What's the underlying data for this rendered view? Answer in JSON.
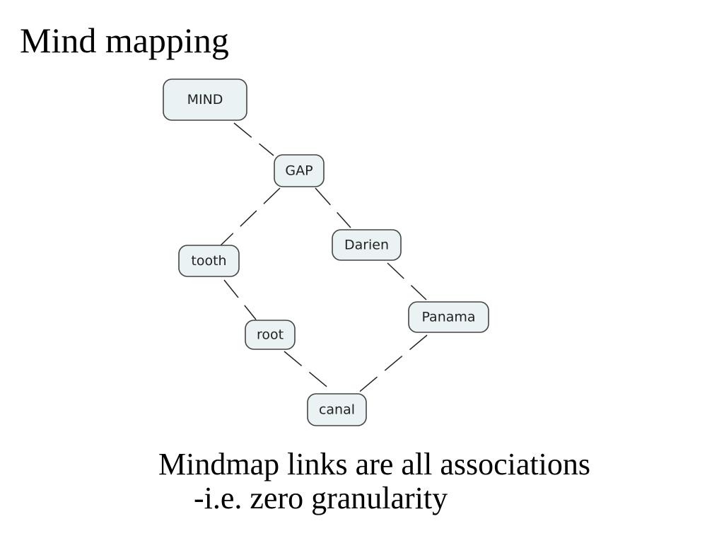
{
  "slide": {
    "title": "Mind mapping"
  },
  "mindmap": {
    "nodes": [
      {
        "id": "mind",
        "label": "MIND"
      },
      {
        "id": "gap",
        "label": "GAP"
      },
      {
        "id": "tooth",
        "label": "tooth"
      },
      {
        "id": "darien",
        "label": "Darien"
      },
      {
        "id": "root",
        "label": "root"
      },
      {
        "id": "panama",
        "label": "Panama"
      },
      {
        "id": "canal",
        "label": "canal"
      }
    ],
    "links": [
      {
        "from": "mind",
        "to": "gap"
      },
      {
        "from": "gap",
        "to": "tooth"
      },
      {
        "from": "gap",
        "to": "darien"
      },
      {
        "from": "tooth",
        "to": "root"
      },
      {
        "from": "darien",
        "to": "panama"
      },
      {
        "from": "root",
        "to": "canal"
      },
      {
        "from": "panama",
        "to": "canal"
      }
    ],
    "colors": {
      "node_fill": "#ebf2f4",
      "node_border": "#444444",
      "link": "#222222"
    }
  },
  "caption": {
    "line1": "Mindmap links are all associations",
    "line2": "-i.e. zero granularity"
  }
}
